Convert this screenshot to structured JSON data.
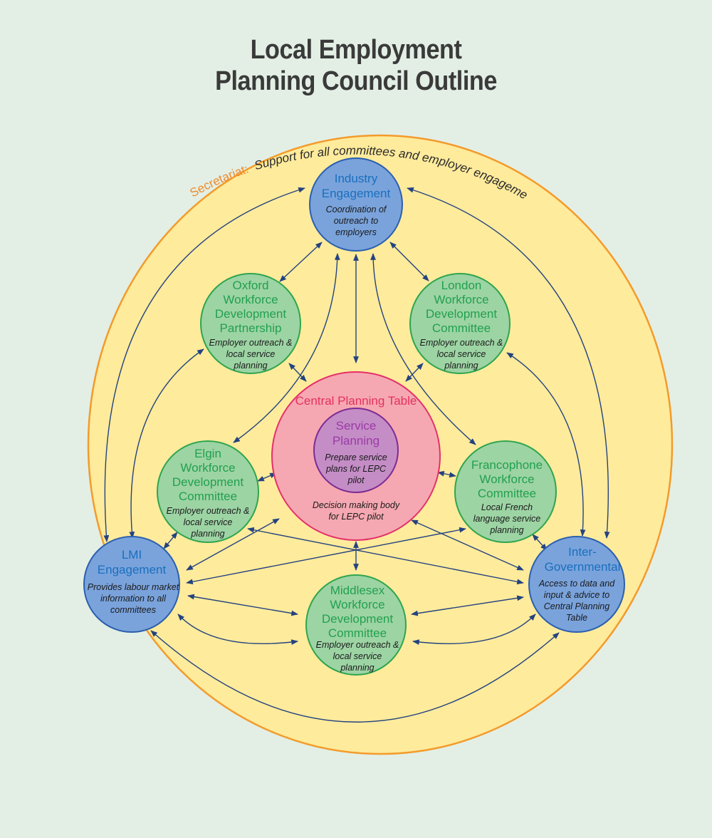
{
  "title": {
    "line1": "Local Employment",
    "line2": "Planning Council Outline"
  },
  "secretariat": {
    "label": "Secretariat:",
    "text": "Support for all committees and employer engagement"
  },
  "nodes": {
    "industry": {
      "head": [
        "Industry",
        "Engagement"
      ],
      "desc": [
        "Coordination of",
        "outreach to",
        "employers"
      ]
    },
    "oxford": {
      "head": [
        "Oxford",
        "Workforce",
        "Development",
        "Partnership"
      ],
      "desc": [
        "Employer outreach &",
        "local service",
        "planning"
      ]
    },
    "london": {
      "head": [
        "London",
        "Workforce",
        "Development",
        "Committee"
      ],
      "desc": [
        "Employer outreach &",
        "local service",
        "planning"
      ]
    },
    "central": {
      "head": [
        "Central Planning Table"
      ],
      "desc": [
        "Decision making body",
        "for LEPC pilot"
      ]
    },
    "service": {
      "head": [
        "Service",
        "Planning"
      ],
      "desc": [
        "Prepare service",
        "plans for LEPC",
        "pilot"
      ]
    },
    "elgin": {
      "head": [
        "Elgin",
        "Workforce",
        "Development",
        "Committee"
      ],
      "desc": [
        "Employer outreach &",
        "local service",
        "planning"
      ]
    },
    "francophone": {
      "head": [
        "Francophone",
        "Workforce",
        "Committee"
      ],
      "desc": [
        "Local French",
        "language service",
        "planning"
      ]
    },
    "lmi": {
      "head": [
        "LMI",
        "Engagement"
      ],
      "desc": [
        "Provides labour market",
        "information to all",
        "committees"
      ]
    },
    "intergov": {
      "head": [
        "Inter-",
        "Governmental"
      ],
      "desc": [
        "Access to data and",
        "input & advice to",
        "Central Planning",
        "Table"
      ]
    },
    "middlesex": {
      "head": [
        "Middlesex",
        "Workforce",
        "Development",
        "Committee"
      ],
      "desc": [
        "Employer outreach &",
        "local service",
        "planning"
      ]
    }
  }
}
